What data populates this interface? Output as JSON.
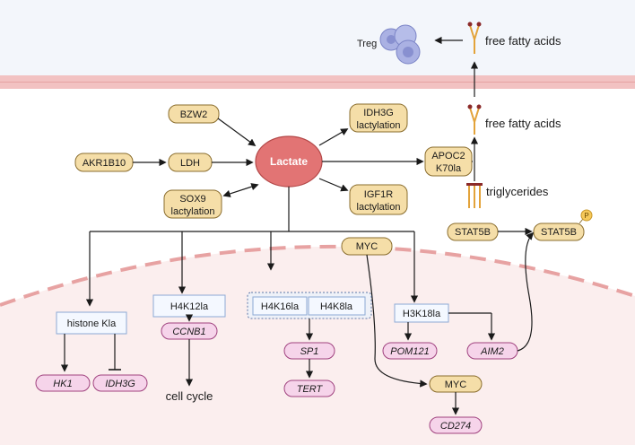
{
  "top_panel": {
    "treg": "Treg",
    "ffa_top": "free fatty acids"
  },
  "extracellular": {
    "bzw2": "BZW2",
    "akr1b10": "AKR1B10",
    "ldh": "LDH",
    "lactate": "Lactate",
    "sox9": [
      "SOX9",
      "lactylation"
    ],
    "idh3g_lact": [
      "IDH3G",
      "lactylation"
    ],
    "igf1r_lact": [
      "IGF1R",
      "lactylation"
    ],
    "apoc2": [
      "APOC2",
      "K70la"
    ],
    "ffa_mid": "free fatty acids",
    "triglycerides": "triglycerides",
    "stat5b_a": "STAT5B",
    "stat5b_b": "STAT5B",
    "phospho": "P",
    "myc_top": "MYC"
  },
  "nucleus": {
    "histone_kla": "histone Kla",
    "hk1": "HK1",
    "idh3g": "IDH3G",
    "h4k12la": "H4K12la",
    "ccnb1": "CCNB1",
    "cell_cycle": "cell cycle",
    "h4k16la": "H4K16la",
    "h4k8la": "H4K8la",
    "sp1": "SP1",
    "tert": "TERT",
    "h3k18la": "H3K18la",
    "pom121": "POM121",
    "aim2": "AIM2",
    "myc_nuc": "MYC",
    "cd274": "CD274"
  },
  "colors": {
    "tan_fill": "#f5dea8",
    "tan_stroke": "#8a6d2e",
    "pink_fill": "#f6d4ea",
    "pink_stroke": "#a0427f",
    "blue_fill": "#f4f8ff",
    "blue_stroke": "#8ca9d4",
    "lactate_fill": "#e27474",
    "lactate_stroke": "#b34848",
    "membrane": "#f0b8b8",
    "nucleus_fill": "#fbeded"
  }
}
